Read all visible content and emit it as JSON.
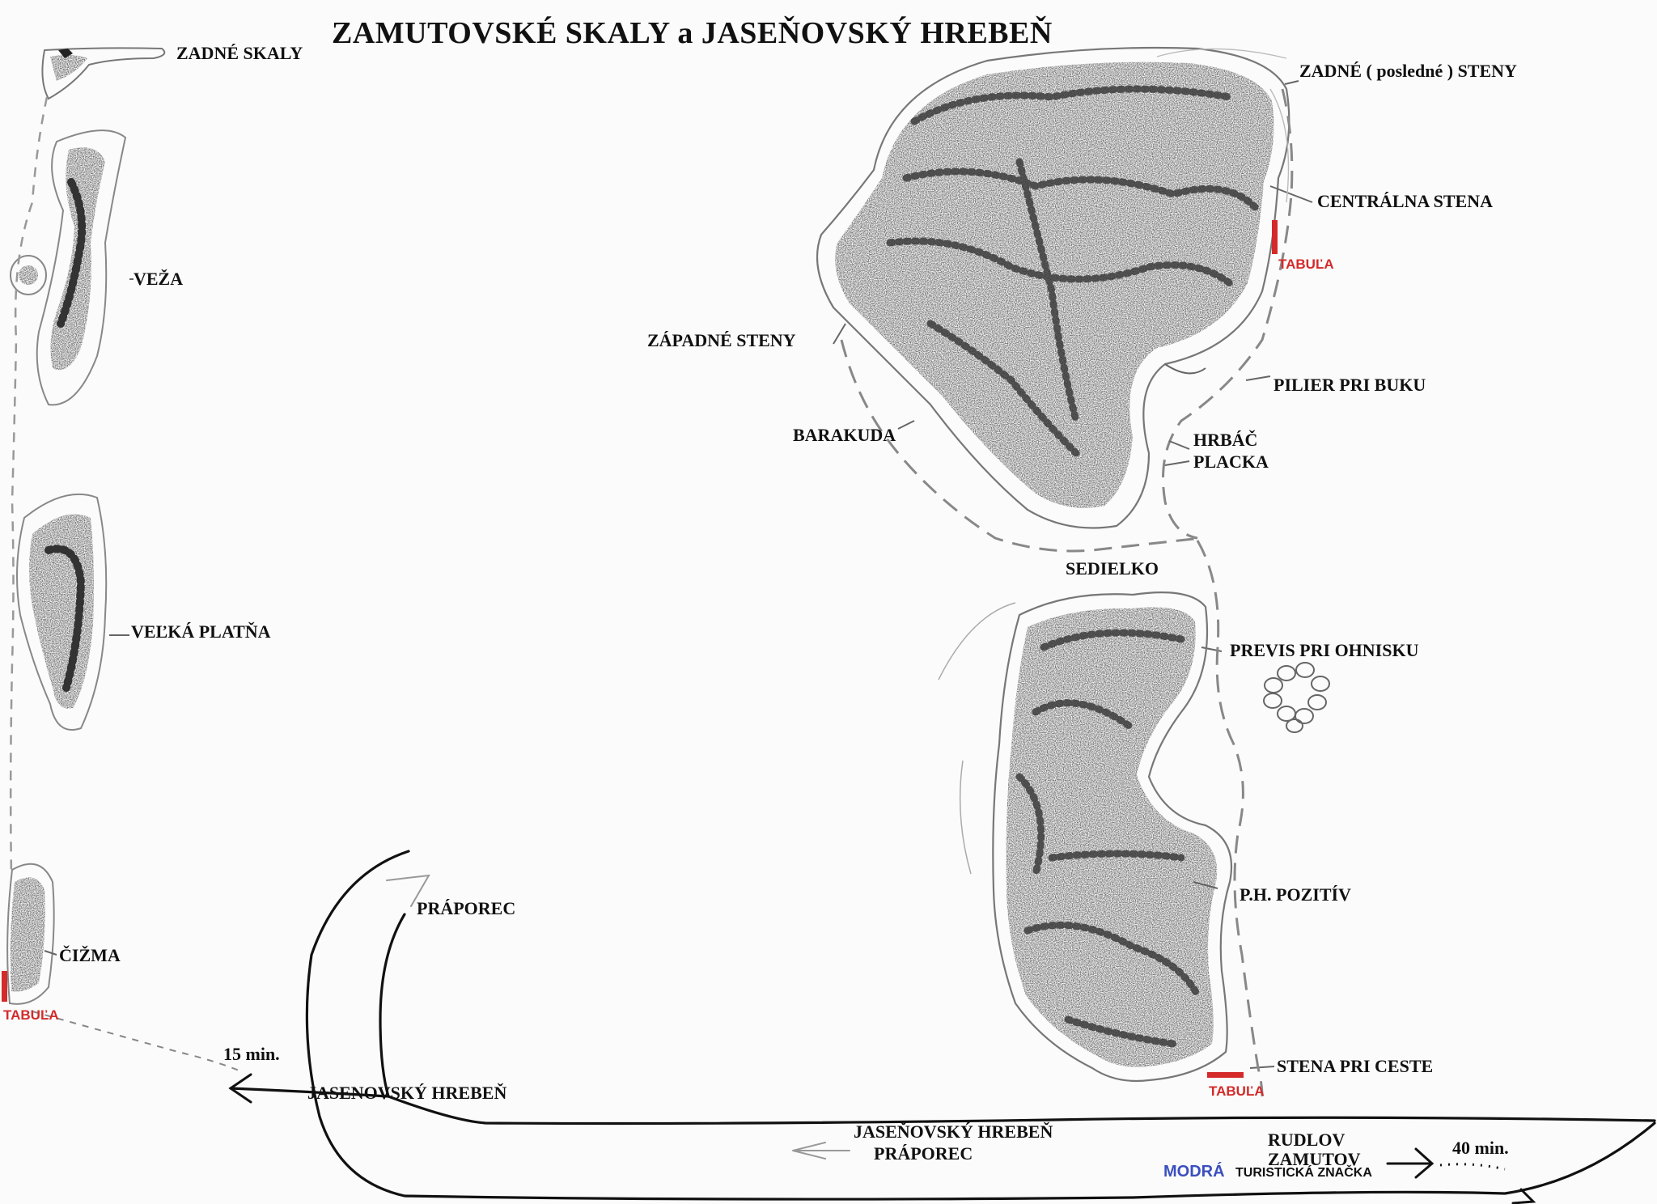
{
  "title": "ZAMUTOVSKÉ SKALY  a  JASEŇOVSKÝ HREBEŇ",
  "colors": {
    "marker": "#d42a2a",
    "trail_blue": "#3b4fbf",
    "ink": "#111111",
    "rock": "#2a2a2a"
  },
  "labels": {
    "zadne_skaly": "ZADNÉ SKALY",
    "veza": "VEŽA",
    "velka_platna": "VEĽKÁ PLATŇA",
    "cizma": "ČIŽMA",
    "praporec": "PRÁPOREC",
    "zadne_steny": "ZADNÉ ( posledné ) STENY",
    "centralna_stena": "CENTRÁLNA STENA",
    "zapadne_steny": "ZÁPADNÉ STENY",
    "pilier_pri_buku": "PILIER PRI BUKU",
    "barakuda": "BARAKUDA",
    "hrbac": "HRBÁČ",
    "placka": "PLACKA",
    "sedielko": "SEDIELKO",
    "previs_pri_ohnisku": "PREVIS PRI OHNISKU",
    "ph_pozitiv": "P.H. POZITÍV",
    "stena_pri_ceste": "STENA PRI CESTE",
    "jasenovsky_hreben": "JASENOVSKÝ HREBEŇ",
    "jasenovsky_hreben_2": "JASEŇOVSKÝ HREBEŇ",
    "praporec_2": "PRÁPOREC",
    "rudlov": "RUDLOV",
    "zamutov": "ZAMUTOV",
    "modra": "MODRÁ",
    "turisticka_znacka": "TURISTICKÁ ZNAČKA",
    "tabula_1": "TABUĽA",
    "tabula_2": "TABUĽA",
    "tabula_3": "TABUĽA",
    "time_15": "15 min.",
    "time_40": "40 min."
  }
}
